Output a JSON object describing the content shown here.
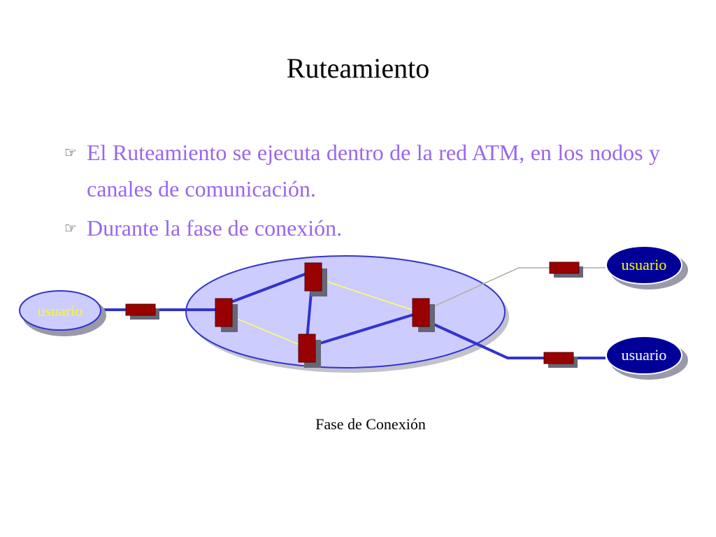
{
  "slide": {
    "title": "Ruteamiento",
    "bullets": [
      {
        "icon": "pointing-hand-icon",
        "text": "El Ruteamiento se ejecuta dentro de la red ATM, en los nodos y canales de comunicación."
      },
      {
        "icon": "pointing-hand-icon",
        "text": "Durante la fase de conexión."
      }
    ]
  },
  "diagram": {
    "users": {
      "left": "usuario",
      "top_right": "usuario",
      "bottom_right": "usuario"
    },
    "caption": "Fase de Conexión"
  },
  "colors": {
    "text_bullet": "#9966ee",
    "network_fill": "#ccccff",
    "network_border": "#3333cc",
    "user_dark_fill": "#000099",
    "user_light_fill": "#ccccff",
    "user_light_label": "#ffff00",
    "switch_fill": "#990000",
    "path_line": "#ffff66",
    "link_line": "#3333cc"
  }
}
